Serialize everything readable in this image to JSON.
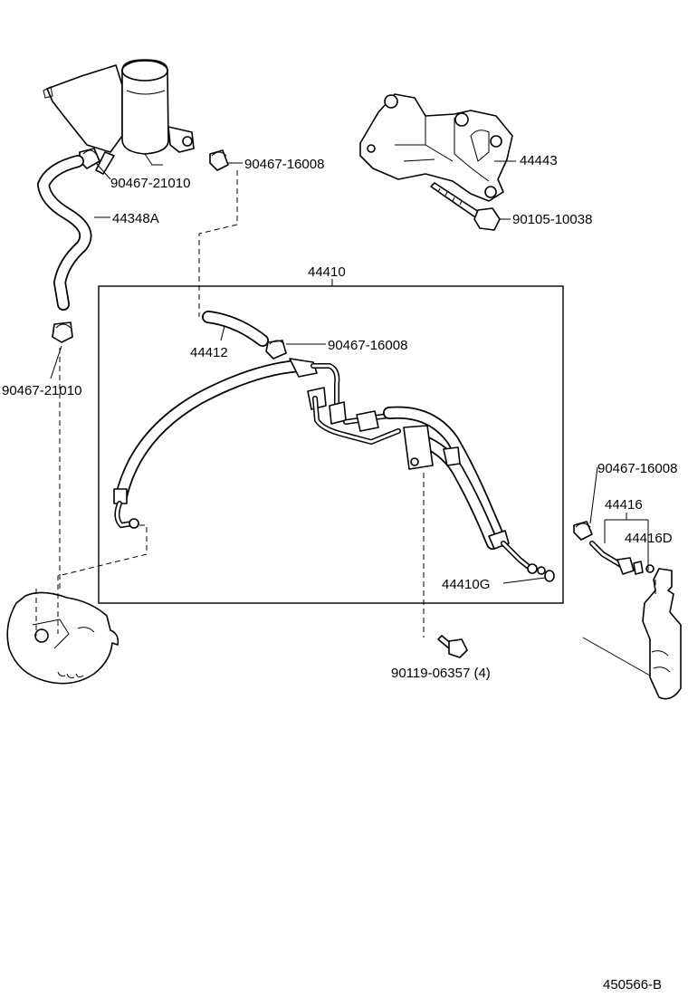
{
  "labels": {
    "hose_clamp_1": "90467-21010",
    "hose_clamp_2": "90467-16008",
    "bracket": "44443",
    "bolt_upper": "90105-10038",
    "reservoir_hose": "44348A",
    "assembly": "44410",
    "hose_small": "44412",
    "hose_clamp_3": "90467-16008",
    "hose_clamp_4": "90467-21010",
    "hose_clamp_right": "90467-16008",
    "tube_right": "44416",
    "tube_right_part": "44416D",
    "gasket": "44410G",
    "bolt_lower": "90119-06357 (4)",
    "diagram_code": "450566-B"
  }
}
